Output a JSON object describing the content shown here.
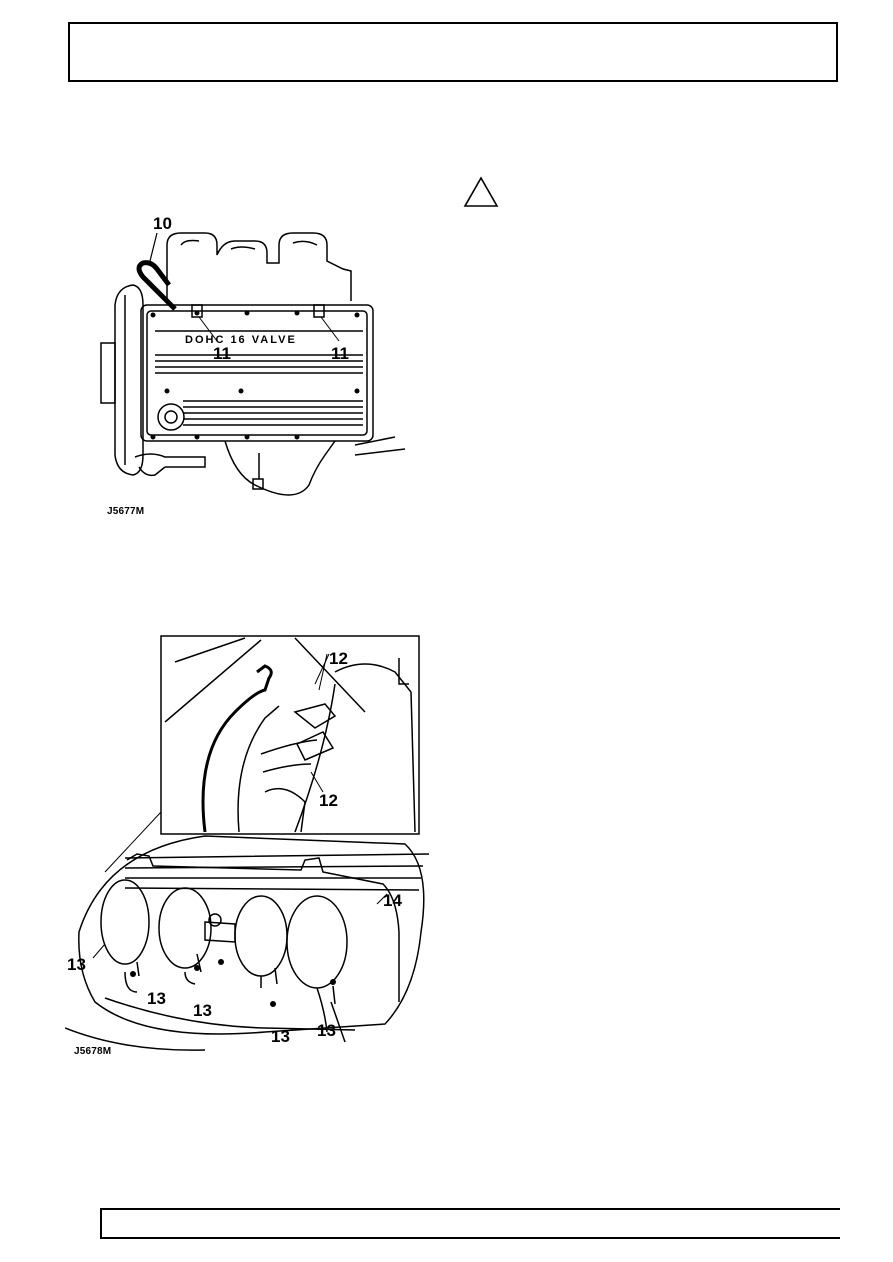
{
  "figures": [
    {
      "code": "J5677M",
      "cover_text": "DOHC 16 VALVE",
      "callouts": [
        "10",
        "11",
        "11"
      ]
    },
    {
      "code": "J5678M",
      "callouts": [
        "12",
        "12",
        "13",
        "13",
        "13",
        "13",
        "13",
        "14"
      ]
    }
  ],
  "icons": {
    "warning": "warning-triangle-icon"
  }
}
